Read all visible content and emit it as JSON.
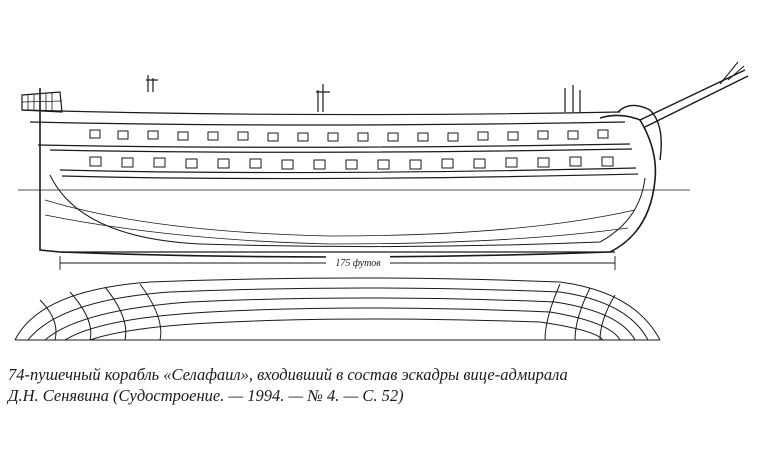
{
  "drawing": {
    "dimension_label": "175 футов"
  },
  "caption": {
    "line1": "74-пушечный корабль «Селафаил», входивший в состав эскадры вице-адмирала",
    "line2": "Д.Н. Сенявина (Судостроение. — 1994. — № 4. — С. 52)"
  }
}
